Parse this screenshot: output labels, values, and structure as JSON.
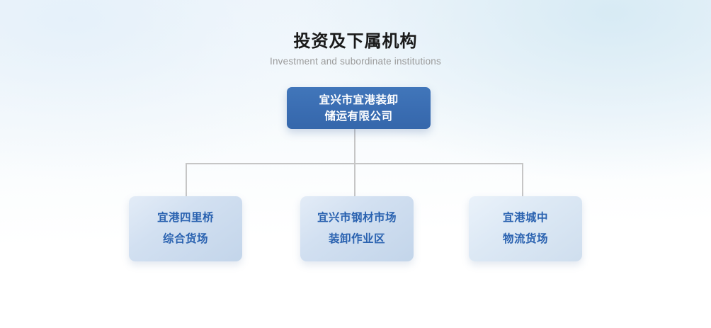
{
  "heading": {
    "title": "投资及下属机构",
    "subtitle": "Investment and subordinate institutions"
  },
  "org_chart": {
    "root": {
      "label": "宜兴市宜港装卸\n储运有限公司"
    },
    "children": [
      {
        "label": "宜港四里桥\n综合货场"
      },
      {
        "label": "宜兴市钢材市场\n装卸作业区"
      },
      {
        "label": "宜港城中\n物流货场"
      }
    ]
  },
  "colors": {
    "root_node_bg": "#3a6db2",
    "root_node_text": "#ffffff",
    "child_node_bg": "#cedeee",
    "child_node_text": "#2a62b0",
    "connector": "#c6c6c6",
    "title_text": "#1a1a1a",
    "subtitle_text": "#9a9a9a",
    "background_top": "#eef5fb",
    "background_bottom": "#ffffff"
  }
}
